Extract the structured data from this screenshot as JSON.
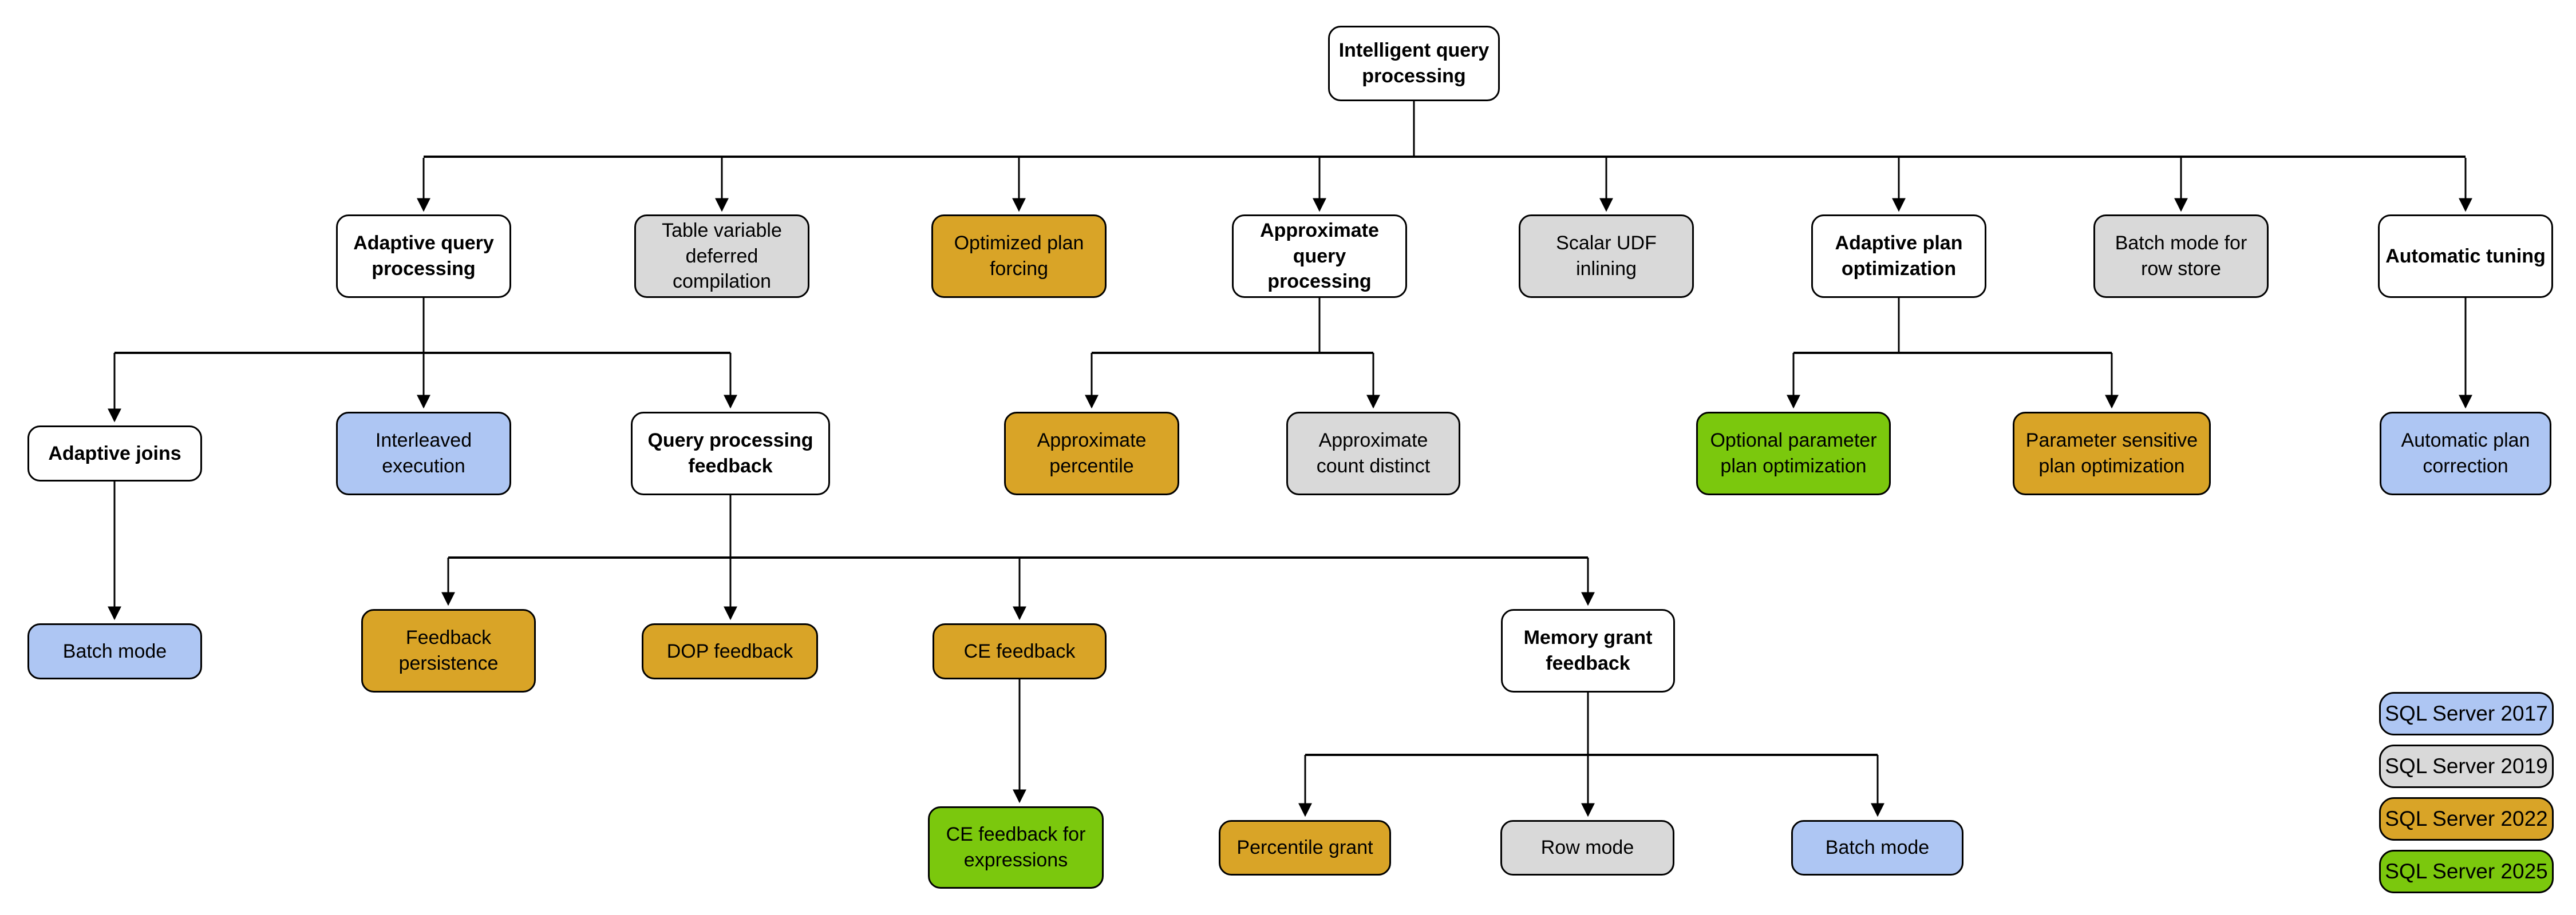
{
  "palette": {
    "white": "#ffffff",
    "blue": "#aec6f3",
    "gray": "#d9d9d9",
    "gold": "#d9a427",
    "green": "#7bc80d",
    "line": "#000000",
    "border": "#000000"
  },
  "nodes": {
    "root": {
      "label": "Intelligent query processing",
      "fill": "white"
    },
    "adaptive_query_processing": {
      "label": "Adaptive query processing",
      "fill": "white"
    },
    "table_variable_deferred_compilation": {
      "label": "Table variable deferred compilation",
      "fill": "gray",
      "version": "SQL Server 2019"
    },
    "optimized_plan_forcing": {
      "label": "Optimized plan forcing",
      "fill": "gold",
      "version": "SQL Server 2022"
    },
    "approximate_query_processing": {
      "label": "Approximate query processing",
      "fill": "white"
    },
    "scalar_udf_inlining": {
      "label": "Scalar UDF inlining",
      "fill": "gray",
      "version": "SQL Server 2019"
    },
    "adaptive_plan_optimization": {
      "label": "Adaptive plan optimization",
      "fill": "white"
    },
    "batch_mode_for_row_store": {
      "label": "Batch mode for row store",
      "fill": "gray",
      "version": "SQL Server 2019"
    },
    "automatic_tuning": {
      "label": "Automatic tuning",
      "fill": "white"
    },
    "adaptive_joins": {
      "label": "Adaptive joins",
      "fill": "white"
    },
    "interleaved_execution": {
      "label": "Interleaved execution",
      "fill": "blue",
      "version": "SQL Server 2017"
    },
    "query_processing_feedback": {
      "label": "Query processing feedback",
      "fill": "white"
    },
    "approximate_percentile": {
      "label": "Approximate percentile",
      "fill": "gold",
      "version": "SQL Server 2022"
    },
    "approximate_count_distinct": {
      "label": "Approximate count distinct",
      "fill": "gray",
      "version": "SQL Server 2019"
    },
    "optional_parameter_plan_optimization": {
      "label": "Optional parameter plan optimization",
      "fill": "green",
      "version": "SQL Server 2025"
    },
    "parameter_sensitive_plan_optimization": {
      "label": "Parameter sensitive plan optimization",
      "fill": "gold",
      "version": "SQL Server 2022"
    },
    "automatic_plan_correction": {
      "label": "Automatic plan correction",
      "fill": "blue",
      "version": "SQL Server 2017"
    },
    "batch_mode_adaptive_joins": {
      "label": "Batch mode",
      "fill": "blue",
      "version": "SQL Server 2017"
    },
    "feedback_persistence": {
      "label": "Feedback persistence",
      "fill": "gold",
      "version": "SQL Server 2022"
    },
    "dop_feedback": {
      "label": "DOP feedback",
      "fill": "gold",
      "version": "SQL Server 2022"
    },
    "ce_feedback": {
      "label": "CE feedback",
      "fill": "gold",
      "version": "SQL Server 2022"
    },
    "memory_grant_feedback": {
      "label": "Memory grant feedback",
      "fill": "white"
    },
    "ce_feedback_for_expressions": {
      "label": "CE feedback for expressions",
      "fill": "green",
      "version": "SQL Server 2025"
    },
    "percentile_grant": {
      "label": "Percentile grant",
      "fill": "gold",
      "version": "SQL Server 2022"
    },
    "row_mode": {
      "label": "Row mode",
      "fill": "gray",
      "version": "SQL Server 2019"
    },
    "batch_mode_memory_grant": {
      "label": "Batch mode",
      "fill": "blue",
      "version": "SQL Server 2017"
    }
  },
  "edges": [
    [
      "root",
      "adaptive_query_processing"
    ],
    [
      "root",
      "table_variable_deferred_compilation"
    ],
    [
      "root",
      "optimized_plan_forcing"
    ],
    [
      "root",
      "approximate_query_processing"
    ],
    [
      "root",
      "scalar_udf_inlining"
    ],
    [
      "root",
      "adaptive_plan_optimization"
    ],
    [
      "root",
      "batch_mode_for_row_store"
    ],
    [
      "root",
      "automatic_tuning"
    ],
    [
      "adaptive_query_processing",
      "adaptive_joins"
    ],
    [
      "adaptive_query_processing",
      "interleaved_execution"
    ],
    [
      "adaptive_query_processing",
      "query_processing_feedback"
    ],
    [
      "approximate_query_processing",
      "approximate_percentile"
    ],
    [
      "approximate_query_processing",
      "approximate_count_distinct"
    ],
    [
      "adaptive_plan_optimization",
      "optional_parameter_plan_optimization"
    ],
    [
      "adaptive_plan_optimization",
      "parameter_sensitive_plan_optimization"
    ],
    [
      "automatic_tuning",
      "automatic_plan_correction"
    ],
    [
      "adaptive_joins",
      "batch_mode_adaptive_joins"
    ],
    [
      "query_processing_feedback",
      "feedback_persistence"
    ],
    [
      "query_processing_feedback",
      "dop_feedback"
    ],
    [
      "query_processing_feedback",
      "ce_feedback"
    ],
    [
      "query_processing_feedback",
      "memory_grant_feedback"
    ],
    [
      "ce_feedback",
      "ce_feedback_for_expressions"
    ],
    [
      "memory_grant_feedback",
      "percentile_grant"
    ],
    [
      "memory_grant_feedback",
      "row_mode"
    ],
    [
      "memory_grant_feedback",
      "batch_mode_memory_grant"
    ]
  ],
  "legend": {
    "items": [
      {
        "label": "SQL Server 2017",
        "fill": "blue"
      },
      {
        "label": "SQL Server 2019",
        "fill": "gray"
      },
      {
        "label": "SQL Server 2022",
        "fill": "gold"
      },
      {
        "label": "SQL Server 2025",
        "fill": "green"
      }
    ]
  }
}
